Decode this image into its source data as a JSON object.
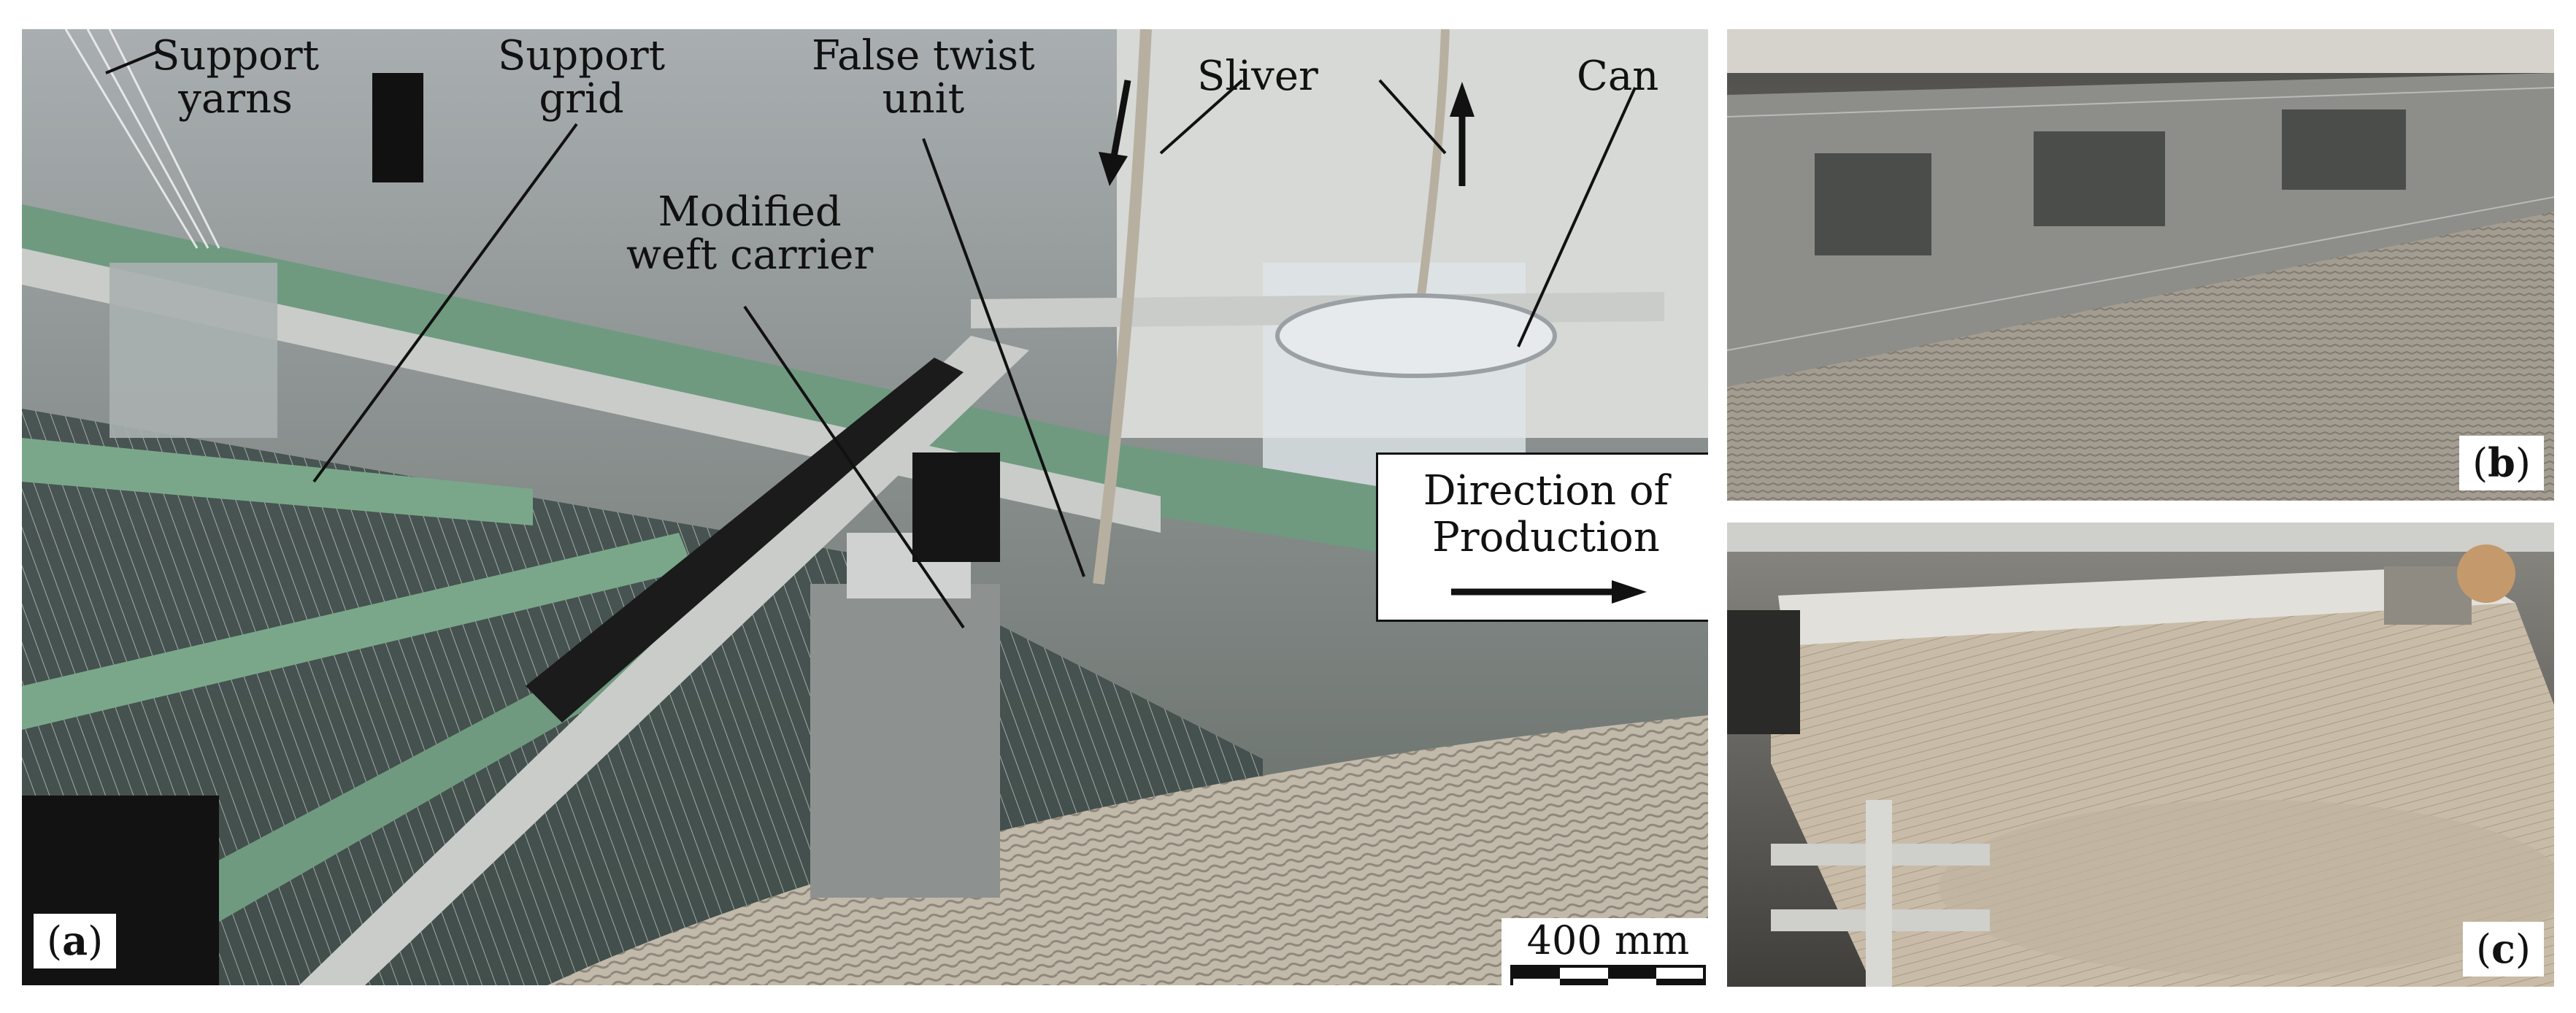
{
  "annotations": {
    "support_yarns": "Support\nyarns",
    "support_grid": "Support\ngrid",
    "false_twist_unit": "False twist\nunit",
    "sliver": "Sliver",
    "can": "Can",
    "modified_weft_carrier": "Modified\nweft carrier",
    "direction_of_production": "Direction of\nProduction",
    "scale_bar": "400 mm"
  },
  "panels": {
    "a": {
      "open": "(",
      "letter": "a",
      "close": ")"
    },
    "b": {
      "open": "(",
      "letter": "b",
      "close": ")"
    },
    "c": {
      "open": "(",
      "letter": "c",
      "close": ")"
    }
  },
  "colors": {
    "machine_green": "#6f9a80",
    "aluminium": "#c9ccc9",
    "fabric": "#b9b1a2",
    "annotation": "#111111"
  }
}
